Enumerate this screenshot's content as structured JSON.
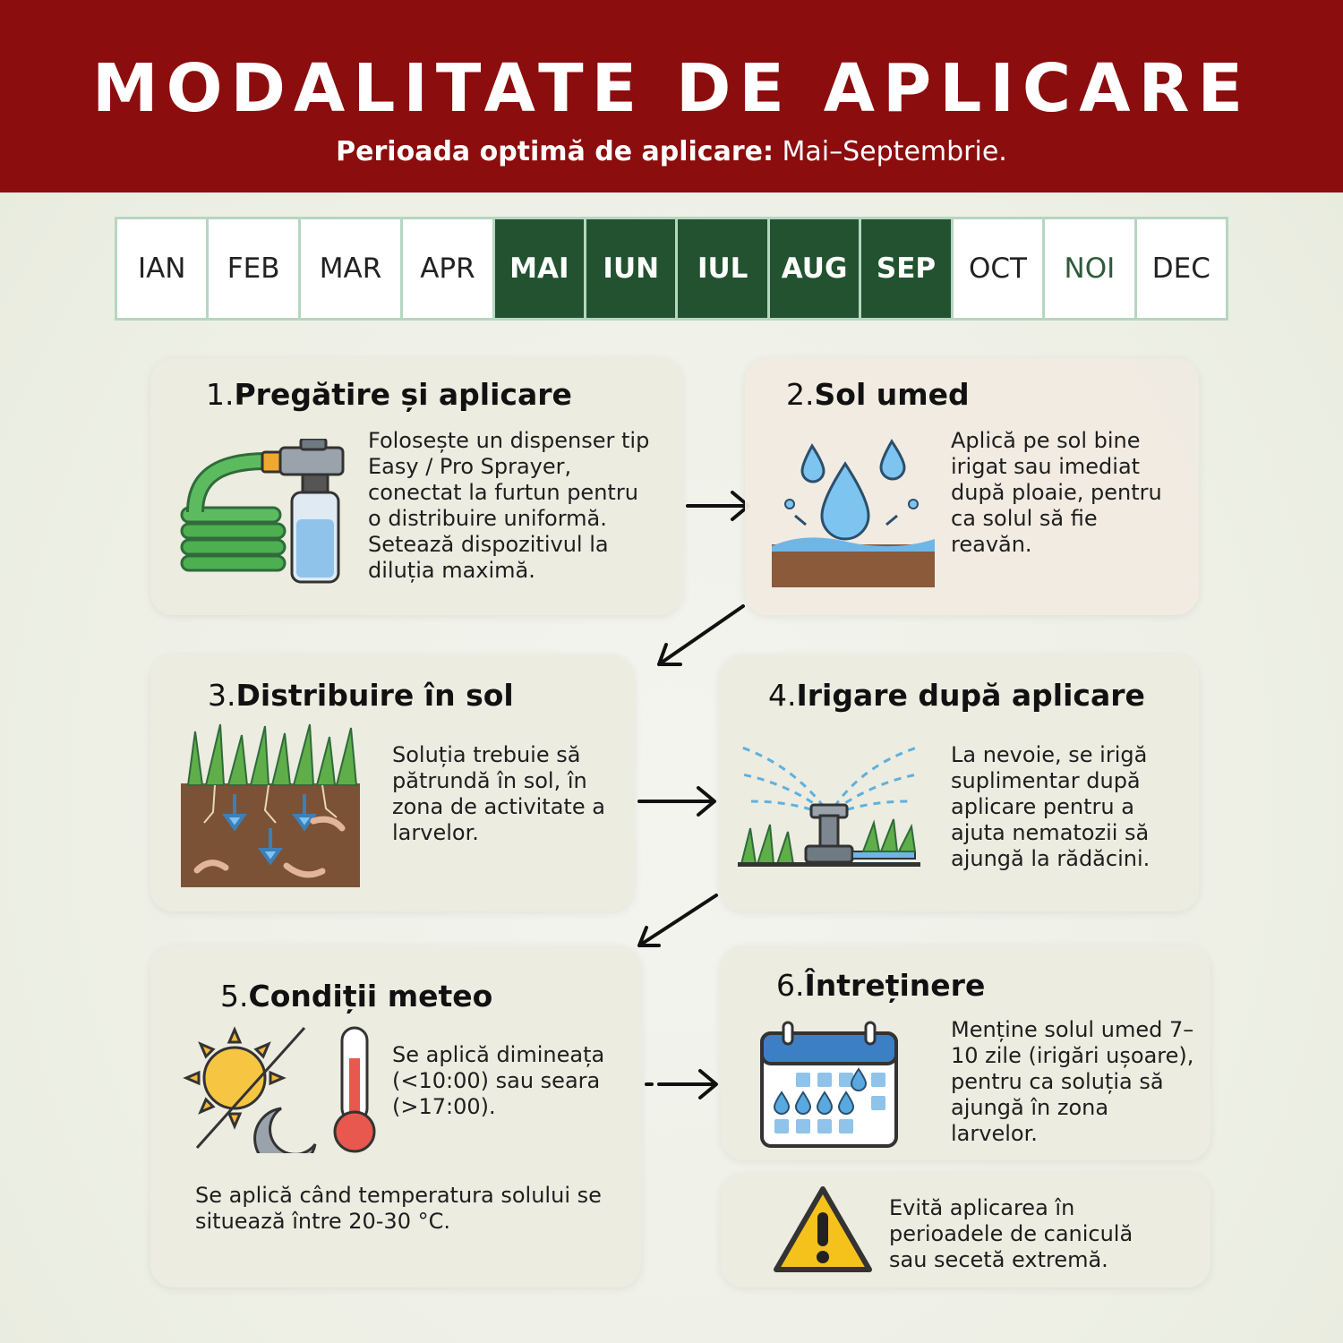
{
  "header": {
    "title": "MODALITATE DE APLICARE",
    "subtitle_bold": "Perioada optimă de aplicare:",
    "subtitle_rest": "Mai–Septembrie."
  },
  "months": [
    {
      "label": "IAN",
      "active": false
    },
    {
      "label": "FEB",
      "active": false
    },
    {
      "label": "MAR",
      "active": false
    },
    {
      "label": "APR",
      "active": false
    },
    {
      "label": "MAI",
      "active": true
    },
    {
      "label": "IUN",
      "active": true
    },
    {
      "label": "IUL",
      "active": true
    },
    {
      "label": "AUG",
      "active": true
    },
    {
      "label": "SEP",
      "active": true
    },
    {
      "label": "OCT",
      "active": false
    },
    {
      "label": "NOI",
      "active": false
    },
    {
      "label": "DEC",
      "active": false
    }
  ],
  "steps": [
    {
      "num": "1.",
      "title": "Pregătire și aplicare",
      "text": "Folosește un dispenser tip Easy / Pro Sprayer, conectat la furtun pentru o distribuire uniformă. Setează dispozitivul la diluția maximă.",
      "icon": "hose-sprayer-icon"
    },
    {
      "num": "2.",
      "title": "Sol umed",
      "text": "Aplică pe sol bine irigat sau imediat după ploaie, pentru ca solul să fie reavăn.",
      "icon": "water-drops-soil-icon"
    },
    {
      "num": "3.",
      "title": "Distribuire în sol",
      "text": "Soluția trebuie să pătrundă în sol, în zona de activitate a larvelor.",
      "icon": "grass-soil-larvae-icon"
    },
    {
      "num": "4.",
      "title": "Irigare după aplicare",
      "text": "La nevoie, se irigă suplimentar după aplicare pentru a ajuta nematozii să ajungă la rădăcini.",
      "icon": "sprinkler-icon"
    },
    {
      "num": "5.",
      "title": "Condiții meteo",
      "text": "Se aplică dimineața (<10:00) sau seara (>17:00).",
      "note": "Se aplică când temperatura solului se situează între 20-30 °C.",
      "icon": "sun-moon-thermometer-icon"
    },
    {
      "num": "6.",
      "title": "Întreținere",
      "text": "Menține solul umed 7–10 zile (irigări ușoare), pentru ca soluția să ajungă în zona larvelor.",
      "icon": "calendar-drops-icon"
    }
  ],
  "warning": {
    "text": "Evită aplicarea în perioadele de caniculă sau secetă extremă.",
    "icon": "warning-icon"
  },
  "colors": {
    "header_bg": "#8b0d0e",
    "month_active": "#22522f",
    "month_border": "#b6d6c0"
  }
}
